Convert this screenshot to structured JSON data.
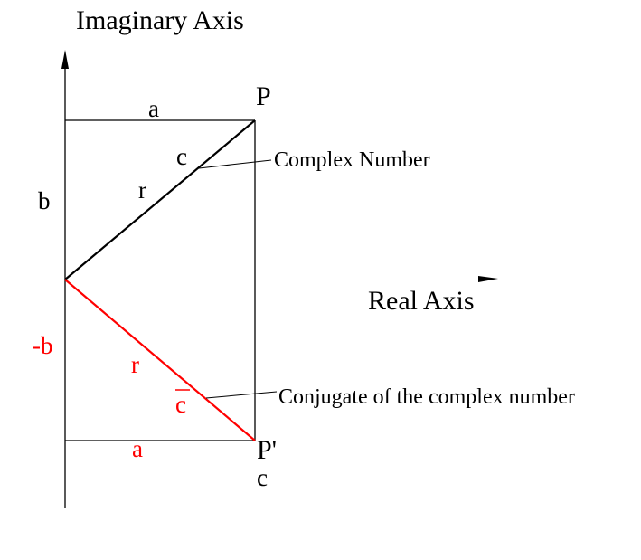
{
  "diagram": {
    "axes": {
      "imaginary_label": "Imaginary Axis",
      "real_label": "Real Axis"
    },
    "labels": {
      "top_a": "a",
      "bottom_a": "a",
      "b": "b",
      "neg_b": "-b",
      "r_top": "r",
      "r_bottom": "r",
      "c_top": "c",
      "c_bar": "c",
      "P": "P",
      "P_prime": "P'",
      "c_bottom": "c"
    },
    "annotations": {
      "complex_number": "Complex Number",
      "conjugate": "Conjugate of the complex number"
    },
    "colors": {
      "primary": "#000000",
      "conjugate": "#ff0000"
    }
  }
}
